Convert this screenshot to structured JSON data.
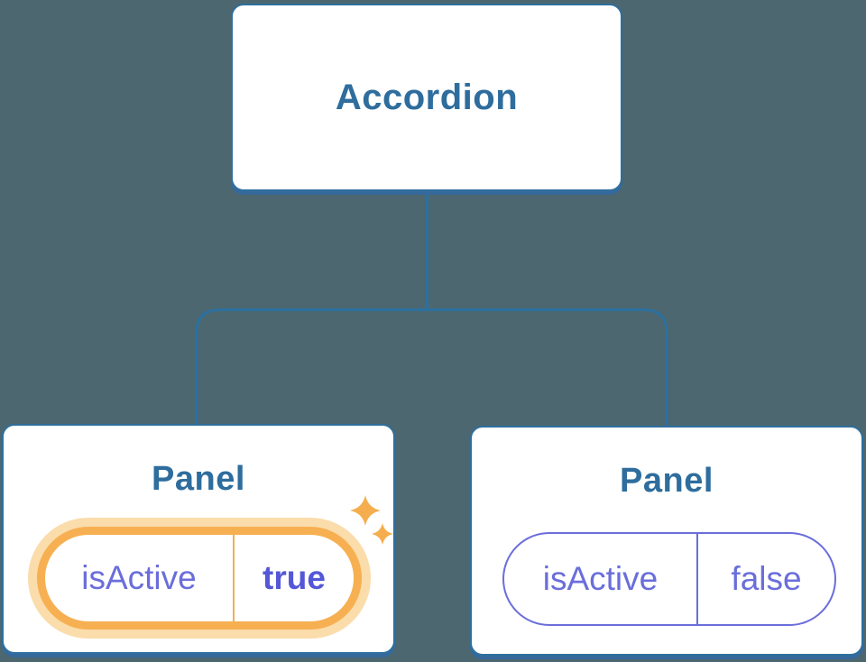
{
  "background": "#4c676f",
  "colors": {
    "node_border_blue": "#2e6f9e",
    "node_shadow_blue": "#35699c",
    "node_text_blue": "#2e6d9d",
    "connector_blue": "#2c70a0",
    "state_purple": "#6a6edb",
    "state_value_bold_purple": "#5457d6",
    "highlight_orange": "#f6b052",
    "highlight_glow_orange": "#fbdcab",
    "sparkle_orange": "#f5ad4e"
  },
  "diagram": {
    "root": {
      "label": "Accordion"
    },
    "panels": [
      {
        "title": "Panel",
        "prop_name": "isActive",
        "prop_value": "true",
        "highlighted": true
      },
      {
        "title": "Panel",
        "prop_name": "isActive",
        "prop_value": "false",
        "highlighted": false
      }
    ]
  }
}
